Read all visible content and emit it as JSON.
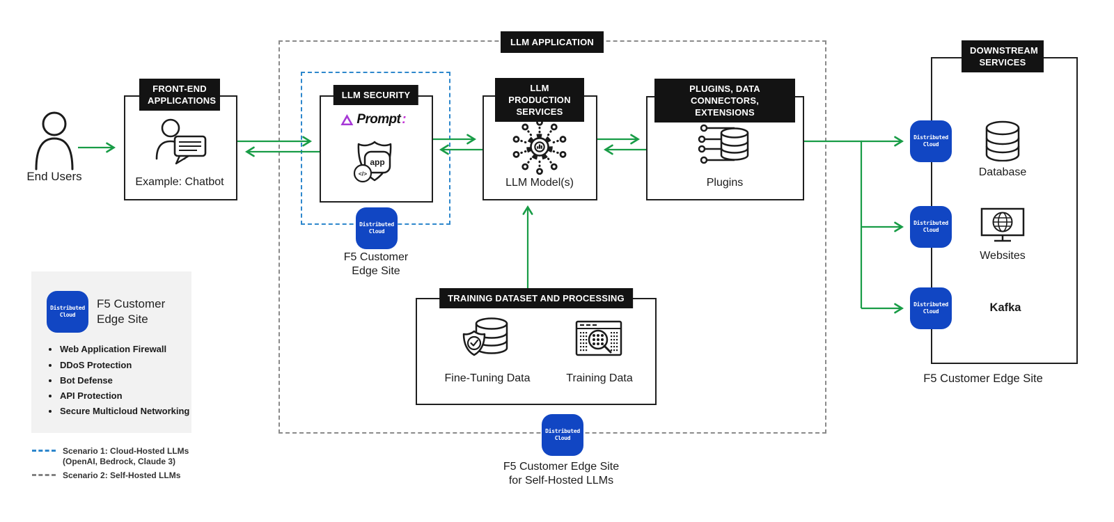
{
  "colors": {
    "badge_blue": "#1146C3",
    "arrow_green": "#189C46",
    "scenario1_blue": "#2D87CC",
    "scenario2_gray": "#828282",
    "label_bg": "#131313",
    "legend_bg": "#F2F2F2",
    "prompt_purple": "#A637D6"
  },
  "icons": {
    "end_users": "person-icon",
    "front_end": "chatbot-icon",
    "llm_security": "shield-app-icon",
    "llm_production": "model-gear-icon",
    "plugins": "plugin-database-icon",
    "fine_tuning": "secure-database-icon",
    "training_data": "data-search-icon",
    "downstream_database": "database-icon",
    "downstream_websites": "website-monitor-icon",
    "badge": "distributed-cloud-badge"
  },
  "end_users": {
    "label": "End Users"
  },
  "front_end": {
    "title": "FRONT-END APPLICATIONS",
    "caption": "Example: Chatbot"
  },
  "llm_application": {
    "title": "LLM APPLICATION"
  },
  "llm_security": {
    "title": "LLM SECURITY",
    "logo_text": "Prompt",
    "logo_colon": ":",
    "shield_app_text": "app",
    "shield_code_text": "</>",
    "edge_caption_line1": "F5 Customer",
    "edge_caption_line2": "Edge Site"
  },
  "llm_production": {
    "title": "LLM PRODUCTION SERVICES",
    "caption": "LLM Model(s)"
  },
  "plugins": {
    "title": "PLUGINS, DATA CONNECTORS, EXTENSIONS",
    "caption": "Plugins"
  },
  "training": {
    "title": "TRAINING DATASET AND PROCESSING",
    "fine_tuning_label": "Fine-Tuning Data",
    "training_data_label": "Training Data"
  },
  "self_hosted_edge": {
    "caption_line1": "F5 Customer Edge Site",
    "caption_line2": "for Self-Hosted LLMs"
  },
  "badge": {
    "line1": "Distributed",
    "line2": "Cloud"
  },
  "downstream": {
    "title": "DOWNSTREAM SERVICES",
    "items": [
      "Database",
      "Websites",
      "Kafka"
    ],
    "caption": "F5 Customer Edge Site"
  },
  "legend": {
    "title_line1": "F5 Customer",
    "title_line2": "Edge Site",
    "bullets": [
      "Web Application Firewall",
      "DDoS Protection",
      "Bot Defense",
      "API Protection",
      "Secure Multicloud Networking"
    ],
    "scenario1_line1": "Scenario 1: Cloud-Hosted LLMs",
    "scenario1_line2": "(OpenAI, Bedrock, Claude 3)",
    "scenario2": "Scenario 2: Self-Hosted LLMs"
  }
}
